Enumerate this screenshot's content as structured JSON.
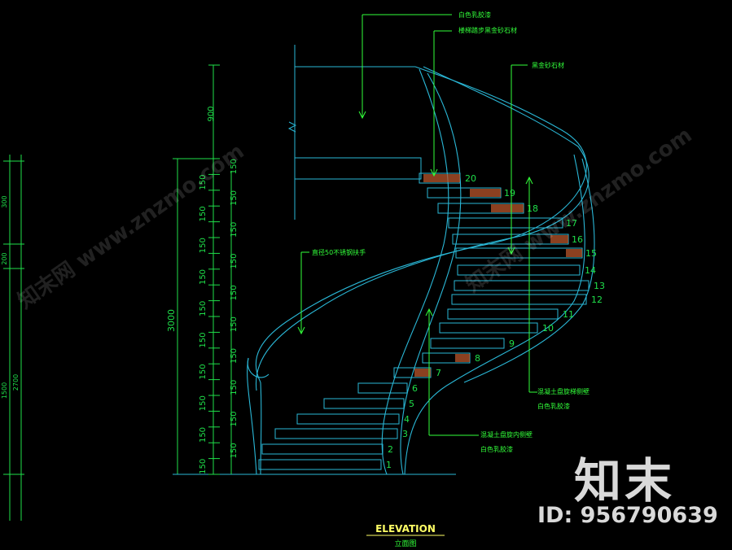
{
  "drawing": {
    "title": "ELEVATION",
    "subtitle": "立面图",
    "colors": {
      "background": "#000000",
      "structure": "#2ab7d6",
      "dimension": "#1fe04a",
      "annotation": "#32ff3a",
      "text_yellow": "#ffff66",
      "hatch": "#b9552b"
    },
    "annotations": [
      {
        "id": "white-latex-top",
        "text": "白色乳胶漆"
      },
      {
        "id": "tread-sandstone",
        "text": "楼梯踏步黑金砂石材"
      },
      {
        "id": "black-sandstone",
        "text": "黑金砂石材"
      },
      {
        "id": "handrail",
        "text": "直径50不锈钢扶手"
      },
      {
        "id": "concrete-outer",
        "text": "混凝土盘旋梯侧壁"
      },
      {
        "id": "white-latex-right",
        "text": "白色乳胶漆"
      },
      {
        "id": "concrete-inner",
        "text": "混凝土盘旋内侧壁"
      },
      {
        "id": "white-latex-bottom",
        "text": "白色乳胶漆"
      }
    ],
    "dimensions": {
      "step_labels": [
        "150",
        "150",
        "150",
        "150",
        "150",
        "150",
        "150",
        "150",
        "150",
        "150",
        "150",
        "150",
        "150",
        "150",
        "150",
        "150",
        "150",
        "150",
        "150",
        "150"
      ],
      "top_label": "900",
      "total_label": "3000",
      "left_labels": [
        "300",
        "200",
        "2700",
        "1500"
      ]
    },
    "step_numbers": [
      "1",
      "2",
      "3",
      "4",
      "5",
      "6",
      "7",
      "8",
      "9",
      "10",
      "11",
      "12",
      "13",
      "14",
      "15",
      "16",
      "17",
      "18",
      "19",
      "20"
    ]
  },
  "watermark": {
    "brand": "知末",
    "id_text": "ID: 956790639",
    "diagonal": "知末网 www.znzmo.com"
  }
}
